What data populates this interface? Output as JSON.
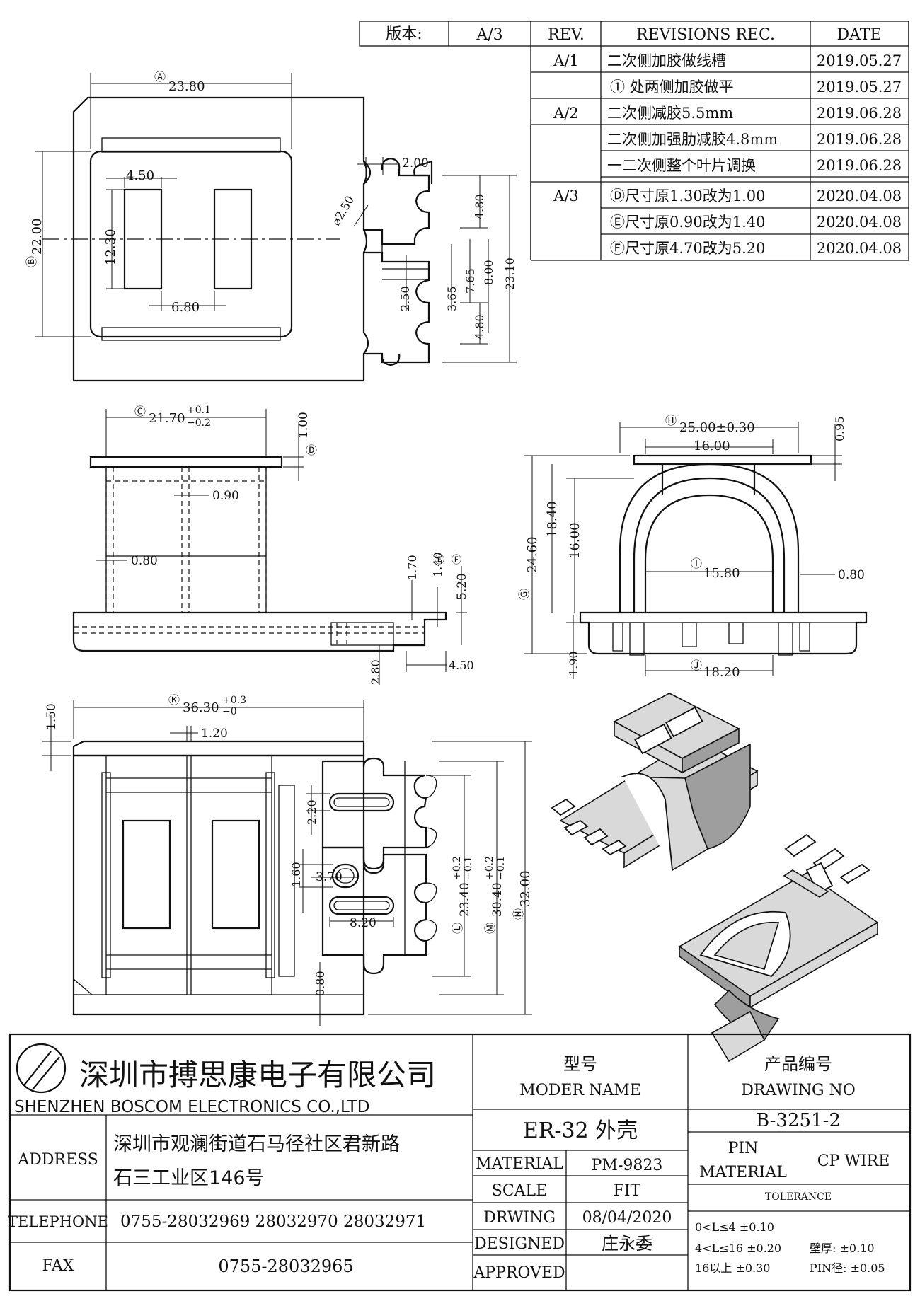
{
  "revision_table": {
    "version_label": "版本:",
    "version_value": "A/3",
    "headers": {
      "rev": "REV.",
      "rec": "REVISIONS REC.",
      "date": "DATE"
    },
    "rows": [
      {
        "rev": "A/1",
        "rec": "二次侧加胶做线槽",
        "date": "2019.05.27"
      },
      {
        "rev": "",
        "rec": "① 处两侧加胶做平",
        "date": "2019.05.27"
      },
      {
        "rev": "A/2",
        "rec": "二次侧减胶5.5mm",
        "date": "2019.06.28"
      },
      {
        "rev": "",
        "rec": "二次侧加强肋减胶4.8mm",
        "date": "2019.06.28"
      },
      {
        "rev": "",
        "rec": "一二次侧整个叶片调换",
        "date": "2019.06.28"
      },
      {
        "rev": "A/3",
        "rec": "Ⓓ尺寸原1.30改为1.00",
        "date": "2020.04.08"
      },
      {
        "rev": "",
        "rec": "Ⓔ尺寸原0.90改为1.40",
        "date": "2020.04.08"
      },
      {
        "rev": "",
        "rec": "Ⓕ尺寸原4.70改为5.20",
        "date": "2020.04.08"
      }
    ]
  },
  "dimensions": {
    "top_view": {
      "a_mark": "Ⓐ",
      "a": "23.80",
      "b_mark": "Ⓑ",
      "b": "22.00",
      "w_450": "4.50",
      "h_1230": "12.30",
      "w_680": "6.80",
      "d_250": "⌀2.50",
      "d_200": "2.00",
      "d_480a": "4.80",
      "d_250b": "2.50",
      "d_365": "3.65",
      "d_765": "7.65",
      "d_800": "8.00",
      "d_2310": "23.10",
      "d_480b": "4.80"
    },
    "front_view": {
      "c_mark": "Ⓒ",
      "c": "21.70",
      "c_tol_plus": "+0.1",
      "c_tol_minus": "−0.2",
      "d_mark": "Ⓓ",
      "d": "1.00",
      "w_090": "0.90",
      "w_080": "0.80",
      "h_170": "1.70",
      "e_mark": "Ⓔ",
      "e": "1.40",
      "f_mark": "Ⓕ",
      "f": "5.20",
      "d_280": "2.80",
      "d_450": "4.50"
    },
    "side_view": {
      "h_mark": "Ⓗ",
      "h": "25.00±0.30",
      "w_1600": "16.00",
      "d_095": "0.95",
      "g_mark": "Ⓖ",
      "g": "24.60",
      "h_1840": "18.40",
      "h_1600": "16.00",
      "i_mark": "Ⓘ",
      "i": "15.80",
      "w_080": "0.80",
      "j_mark": "Ⓙ",
      "j": "18.20",
      "h_190": "1.90"
    },
    "bottom_view": {
      "k_mark": "Ⓚ",
      "k": "36.30",
      "k_tol_plus": "+0.3",
      "k_tol_minus": "−0",
      "d_150": "1.50",
      "d_120": "1.20",
      "d_220": "2.20",
      "d_160": "1.60",
      "d_370": "3.70",
      "d_820": "8.20",
      "d_080": "0.80",
      "l_mark": "Ⓛ",
      "l": "23.40",
      "l_tol_plus": "+0.2",
      "l_tol_minus": "−0.1",
      "m_mark": "Ⓜ",
      "m": "30.40",
      "m_tol_plus": "+0.2",
      "m_tol_minus": "−0.1",
      "n_mark": "Ⓝ",
      "n": "32.00"
    }
  },
  "title_block": {
    "company_cn": "深圳市搏思康电子有限公司",
    "company_en": "SHENZHEN  BOSCOM  ELECTRONICS  CO.,LTD",
    "address_label": "ADDRESS",
    "address_line1": "深圳市观澜街道石马径社区君新路",
    "address_line2": "石三工业区146号",
    "telephone_label": "TELEPHONE",
    "telephone": "0755-28032969  28032970  28032971",
    "fax_label": "FAX",
    "fax": "0755-28032965",
    "model_label_cn": "型号",
    "model_label_en": "MODER NAME",
    "model": "ER-32 外壳",
    "drawing_label_cn": "产品编号",
    "drawing_label_en": "DRAWING NO",
    "drawing_no": "B-3251-2",
    "material_label": "MATERIAL",
    "material": "PM-9823",
    "scale_label": "SCALE",
    "scale": "FIT",
    "drawing_date_label": "DRWING",
    "drawing_date": "08/04/2020",
    "designed_label": "DESIGNED",
    "designed": "庄永委",
    "approved_label": "APPROVED",
    "approved": "",
    "pin_label_1": "PIN",
    "pin_label_2": "MATERIAL",
    "pin_material": "CP WIRE",
    "tolerance_label": "TOLERANCE",
    "tol_1": "0<L≤4  ±0.10",
    "tol_2": "4<L≤16  ±0.20",
    "tol_2b": "壁厚:   ±0.10",
    "tol_3": "16以上     ±0.30",
    "tol_3b": "PIN径: ±0.05"
  }
}
